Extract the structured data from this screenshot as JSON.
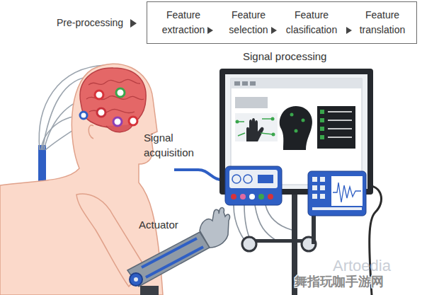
{
  "diagram": {
    "nodes": [
      {
        "text": [
          "Feature extraction",
          "Feature selection",
          "Feature clasification",
          "Feature translation"
        ]
      }
    ],
    "labels": [
      "Pre-processing",
      "Signal processing",
      "Signal acquisition",
      "Actuator",
      "Artoedia",
      "舞指玩咖手游网"
    ]
  }
}
